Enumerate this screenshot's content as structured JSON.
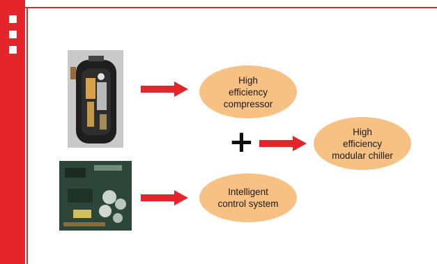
{
  "colors": {
    "accent": "#e4262c",
    "bubble": "#f7c183"
  },
  "images": {
    "compressor": "compressor-photo",
    "board": "control-board-photo"
  },
  "bubbles": {
    "compressor": "High\nefficiency\ncompressor",
    "control": "Intelligent\ncontrol system",
    "result": "High\nefficiency\nmodular chiller"
  },
  "operator": "+"
}
